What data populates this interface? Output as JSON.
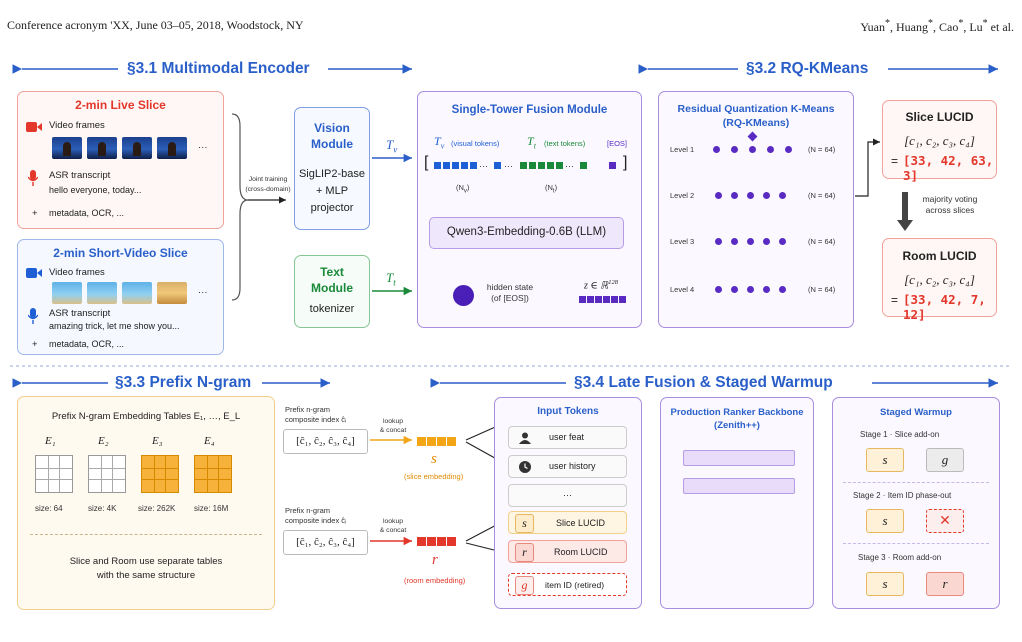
{
  "header": {
    "left": "Conference acronym 'XX, June 03–05, 2018, Woodstock, NY",
    "right_authors": [
      "Yuan",
      "Huang",
      "Cao",
      "Lu"
    ],
    "right_suffix": "et al."
  },
  "sections": {
    "s31": "§3.1 Multimodal Encoder",
    "s32": "§3.2 RQ-KMeans",
    "s33": "§3.3 Prefix N-gram",
    "s34": "§3.4 Late Fusion & Staged Warmup"
  },
  "live": {
    "title": "2-min Live Slice",
    "video": "Video frames",
    "asr": "ASR transcript",
    "asr_text": "hello everyone, today...",
    "meta": "metadata, OCR, ...",
    "plus": "+",
    "ellipsis": "···"
  },
  "short": {
    "title": "2-min Short-Video Slice",
    "video": "Video frames",
    "asr": "ASR transcript",
    "asr_text": "amazing trick, let me show you...",
    "meta": "metadata, OCR, ...",
    "plus": "+",
    "ellipsis": "···"
  },
  "joint": {
    "line1": "Joint training",
    "line2": "(cross-domain)"
  },
  "vision": {
    "title1": "Vision",
    "title2": "Module",
    "body1": "SigLIP2-base",
    "body2": "+ MLP",
    "body3": "projector"
  },
  "text_module": {
    "title1": "Text",
    "title2": "Module",
    "body": "tokenizer"
  },
  "arrows": {
    "tv": "T",
    "tv_sub": "v",
    "tt": "T",
    "tt_sub": "t"
  },
  "fusion": {
    "title": "Single-Tower Fusion Module",
    "tv_label": "T",
    "tv_sub": "v",
    "tv_desc": "(visual tokens)",
    "tt_label": "T",
    "tt_sub": "t",
    "tt_desc": "(text tokens)",
    "eos": "[EOS]",
    "bracket_l": "[",
    "bracket_r": "]",
    "dots": "···",
    "nv": "(N",
    "nv_sub": "v",
    "nv_end": ")",
    "nt": "(N",
    "nt_sub": "t",
    "nt_end": ")",
    "llm": "Qwen3-Embedding-0.6B (LLM)",
    "hidden1": "hidden state",
    "hidden2": "(of [EOS])",
    "z": "z ∈ ℝ",
    "z_sup": "128"
  },
  "rq": {
    "title1": "Residual Quantization K-Means",
    "title2": "(RQ-KMeans)",
    "levels": [
      "Level 1",
      "Level 2",
      "Level 3",
      "Level 4"
    ],
    "n": "(N = 64)"
  },
  "slice_lucid": {
    "title": "Slice LUCID",
    "vars": "[c₁, c₂, c₃, c₄]",
    "eq": "=",
    "values": "[33, 42, 63, 3]"
  },
  "voting": {
    "line1": "majority voting",
    "line2": "across slices"
  },
  "room_lucid": {
    "title": "Room LUCID",
    "vars": "[c₁, c₂, c₃, c₄]",
    "eq": "=",
    "values": "[33, 42, 7, 12]"
  },
  "prefix": {
    "title": "Prefix N-gram Embedding Tables E₁, …, E_L",
    "tables": [
      {
        "name": "E₁",
        "size": "size: 64"
      },
      {
        "name": "E₂",
        "size": "size: 4K"
      },
      {
        "name": "E₃",
        "size": "size: 262K"
      },
      {
        "name": "E₄",
        "size": "size: 16M"
      }
    ],
    "note1": "Slice and Room use separate tables",
    "note2": "with the same structure"
  },
  "ngram_slice": {
    "label1": "Prefix n-gram",
    "label2": "composite index ĉᵢ",
    "index": "[ĉ₁, ĉ₂, ĉ₃, ĉ₄]",
    "lookup1": "lookup",
    "lookup2": "& concat",
    "sym": "s",
    "desc": "(slice embedding)"
  },
  "ngram_room": {
    "label1": "Prefix n-gram",
    "label2": "composite index ĉᵢ",
    "index": "[ĉ₁, ĉ₂, ĉ₃, ĉ₄]",
    "lookup1": "lookup",
    "lookup2": "& concat",
    "sym": "r",
    "desc": "(room embedding)"
  },
  "input_tokens": {
    "title": "Input Tokens",
    "user_feat": "user feat",
    "user_history": "user history",
    "dots": "···",
    "s": "s",
    "slice": "Slice LUCID",
    "r": "r",
    "room": "Room LUCID",
    "g": "g",
    "item": "item ID (retired)"
  },
  "ranker": {
    "title1": "Production Ranker Backbone",
    "title2": "(Zenith++)"
  },
  "warmup": {
    "title": "Staged Warmup",
    "stage1": "Stage 1 · Slice add-on",
    "stage2": "Stage 2 · Item ID phase-out",
    "stage3": "Stage 3 · Room add-on",
    "s": "s",
    "g": "g",
    "x": "✕",
    "r": "r"
  },
  "colors": {
    "blue": "#2a5fc9",
    "red": "#e2372a",
    "purple": "#5a2bc2",
    "green": "#1a8a3a",
    "orange": "#f2a516"
  }
}
